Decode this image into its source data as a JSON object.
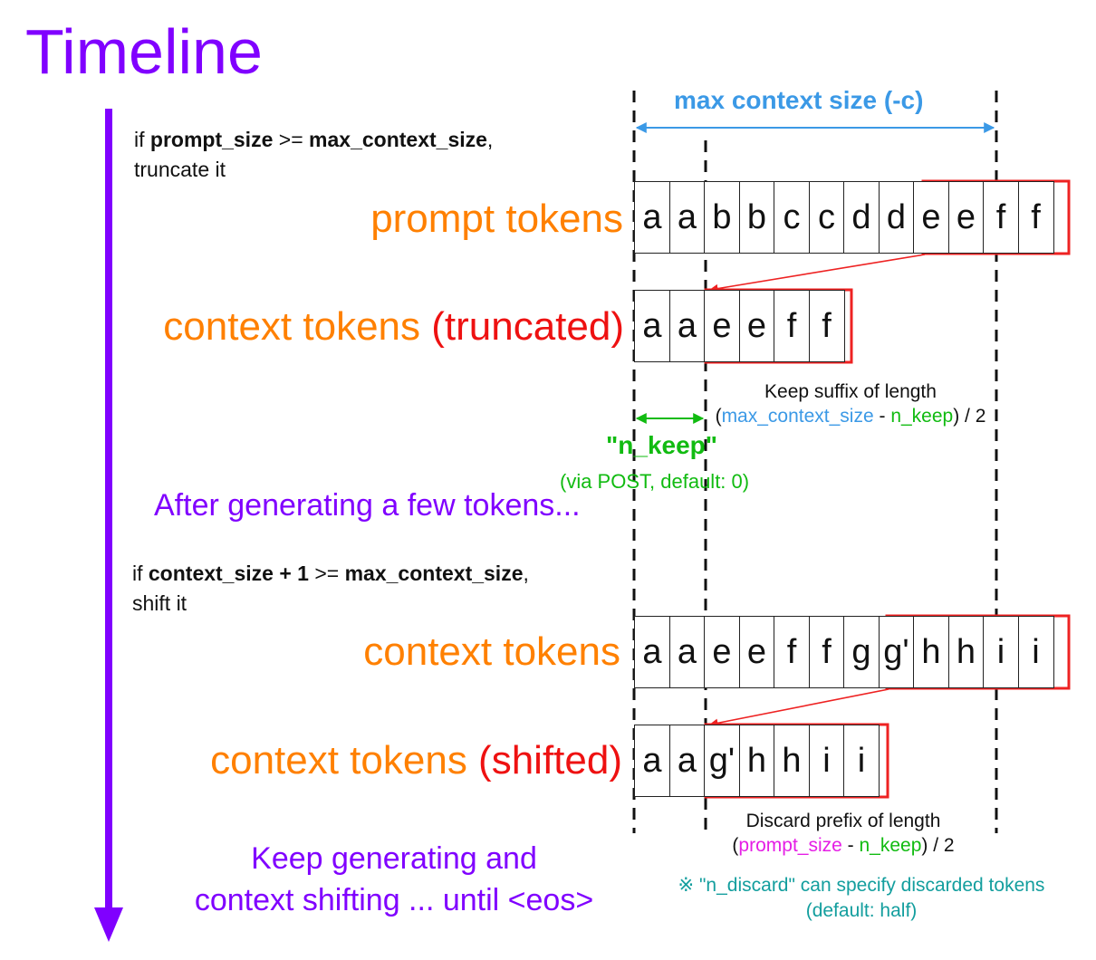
{
  "title": "Timeline",
  "step1": {
    "condition": {
      "prefix": "if ",
      "bold1": "prompt_size",
      "op": " >= ",
      "bold2": "max_context_size",
      "suffix": ",",
      "line2": "truncate it"
    }
  },
  "rows": {
    "prompt": {
      "label": "prompt tokens",
      "tokens": [
        "a",
        "a",
        "b",
        "b",
        "c",
        "c",
        "d",
        "d",
        "e",
        "e",
        "f",
        "f"
      ]
    },
    "truncated": {
      "label": "context tokens ",
      "label_suffix": "(truncated)",
      "tokens": [
        "a",
        "a",
        "e",
        "e",
        "f",
        "f"
      ]
    },
    "context": {
      "label": "context tokens",
      "tokens": [
        "a",
        "a",
        "e",
        "e",
        "f",
        "f",
        "g",
        "g'",
        "h",
        "h",
        "i",
        "i"
      ]
    },
    "shifted": {
      "label": "context tokens ",
      "label_suffix": "(shifted)",
      "tokens": [
        "a",
        "a",
        "g'",
        "h",
        "h",
        "i",
        "i"
      ]
    }
  },
  "max_context": {
    "label": "max context size (-c)"
  },
  "keep_suffix": {
    "line1": "Keep suffix of length",
    "open": "(",
    "term1": "max_context_size",
    "minus": " - ",
    "term2": "n_keep",
    "close": ") / 2"
  },
  "n_keep": {
    "label": "\"n_keep\"",
    "note": "(via POST, default: 0)"
  },
  "after_note": "After generating a few tokens...",
  "step2": {
    "condition": {
      "prefix": "if ",
      "bold1": "context_size + 1",
      "op": " >= ",
      "bold2": "max_context_size",
      "suffix": ",",
      "line2": "shift it"
    }
  },
  "discard": {
    "line1": "Discard prefix of length",
    "open": "(",
    "term1": "prompt_size",
    "minus": " - ",
    "term2": "n_keep",
    "close": ") / 2"
  },
  "keep_generating": {
    "line1": "Keep generating and",
    "line2": "context shifting ... until <eos>"
  },
  "n_discard_note": {
    "line1": "※  \"n_discard\" can specify discarded tokens",
    "line2": "(default: half)"
  },
  "colors": {
    "purple": "#8000ff",
    "orange": "#ff8000",
    "red": "#ee1111",
    "blue": "#3b99e6",
    "green": "#11bb11",
    "magenta": "#e51ee5",
    "teal": "#139e9e"
  }
}
